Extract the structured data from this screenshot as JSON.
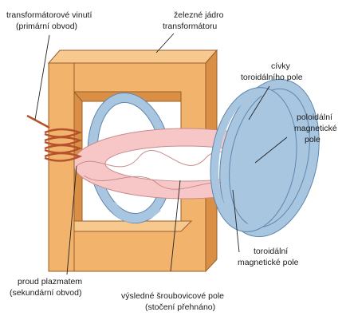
{
  "labels": {
    "primary_winding_line1": "transformátorové vinutí",
    "primary_winding_line2": "(primární obvod)",
    "iron_core_line1": "železné jádro",
    "iron_core_line2": "transformátoru",
    "toroidal_coils_line1": "cívky",
    "toroidal_coils_line2": "toroidálního pole",
    "poloidal_field_line1": "poloidální",
    "poloidal_field_line2": "magnetické",
    "poloidal_field_line3": "pole",
    "toroidal_field_line1": "toroidální",
    "toroidal_field_line2": "magnetické pole",
    "plasma_current_line1": "proud plazmatem",
    "plasma_current_line2": "(sekundární obvod)",
    "helical_field_line1": "výsledné šroubovicové pole",
    "helical_field_line2": "(stočení přehnáno)"
  },
  "colors": {
    "core_front": "#f2b36d",
    "core_side": "#d98f45",
    "core_top": "#f8c98f",
    "coil": "#a9c6e0",
    "coil_edge": "#5f87ad",
    "plasma": "#f7c7c7",
    "plasma_edge": "#c98a8a",
    "winding": "#b5522c"
  }
}
